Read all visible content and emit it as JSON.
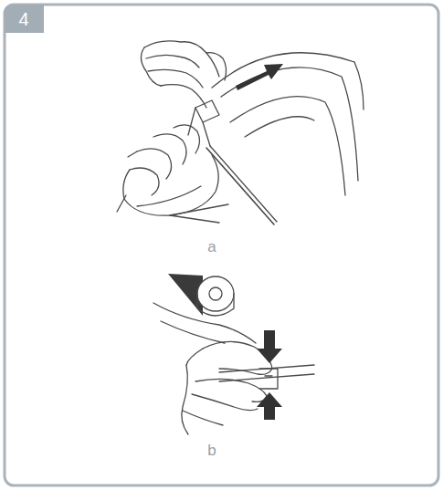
{
  "diagram": {
    "labels": [
      "4",
      "a",
      "b"
    ]
  }
}
